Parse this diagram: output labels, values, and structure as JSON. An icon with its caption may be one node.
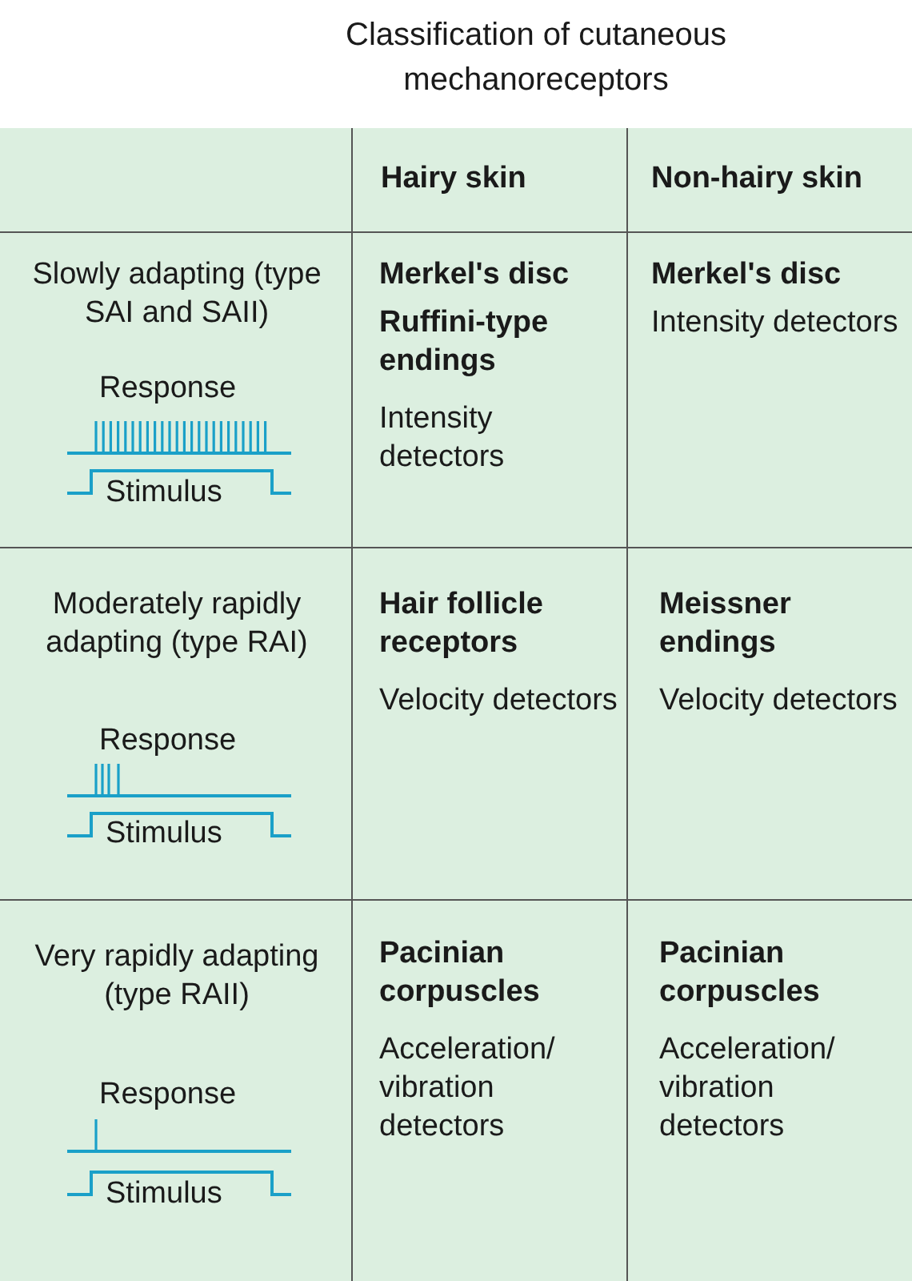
{
  "diagram": {
    "title": "Classification of cutaneous mechanoreceptors",
    "labels": [
      "Hairy skin",
      "Non-hairy skin",
      "Slowly adapting (type SAI and SAII)",
      "Response",
      "Stimulus",
      "Merkel's disc",
      "Ruffini-type endings",
      "Intensity detectors",
      "Merkel's disc",
      "Intensity detectors",
      "Moderately rapidly adapting (type RAI)",
      "Response",
      "Stimulus",
      "Hair follicle receptors",
      "Velocity detectors",
      "Meissner endings",
      "Velocity detectors",
      "Very rapidly adapting (type RAII)",
      "Response",
      "Stimulus",
      "Pacinian corpuscles",
      "Acceleration/ vibration detectors",
      "Pacinian corpuscles",
      "Acceleration/ vibration detectors"
    ]
  }
}
